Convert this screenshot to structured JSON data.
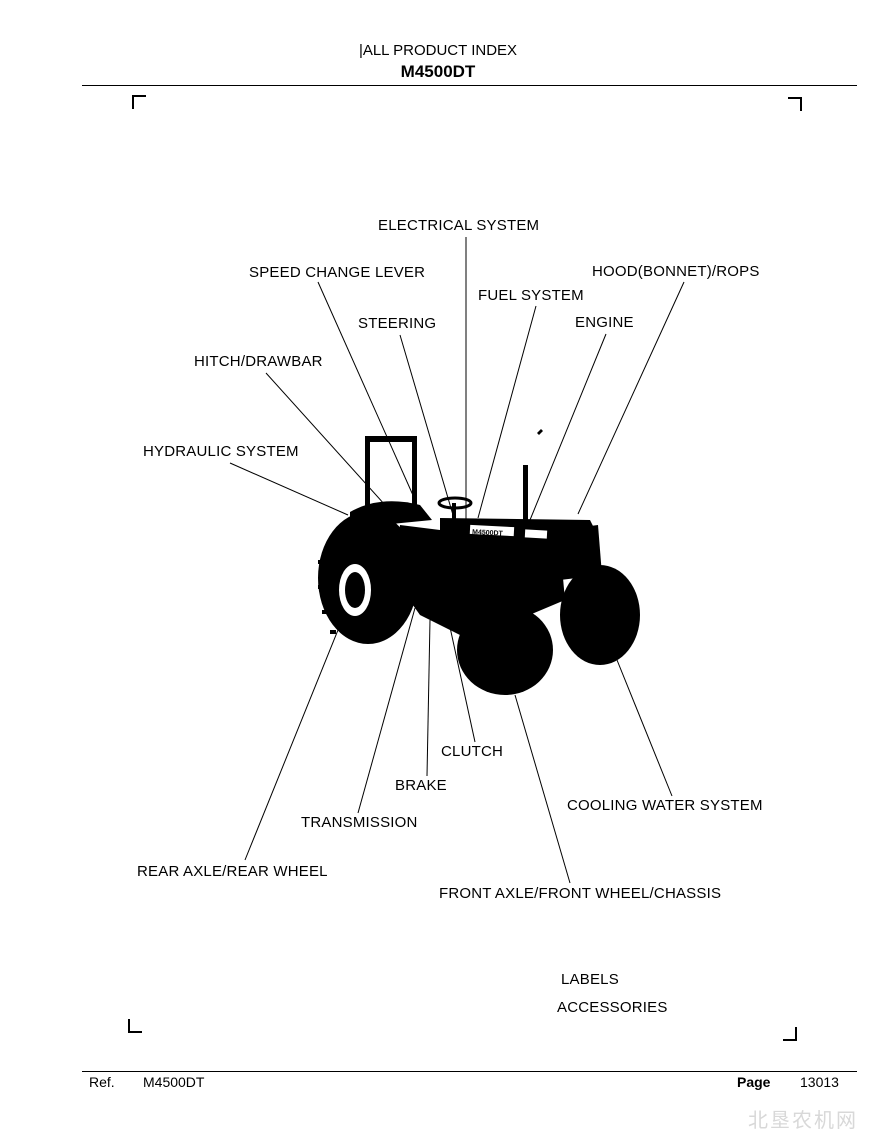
{
  "header": {
    "section": "|ALL PRODUCT INDEX",
    "model": "M4500DT"
  },
  "labels": {
    "electrical_system": "ELECTRICAL SYSTEM",
    "speed_change_lever": "SPEED CHANGE LEVER",
    "hood_bonnet_rops": "HOOD(BONNET)/ROPS",
    "fuel_system": "FUEL SYSTEM",
    "steering": "STEERING",
    "engine": "ENGINE",
    "hitch_drawbar": "HITCH/DRAWBAR",
    "hydraulic_system": "HYDRAULIC SYSTEM",
    "clutch": "CLUTCH",
    "brake": "BRAKE",
    "cooling_water_system": "COOLING WATER SYSTEM",
    "transmission": "TRANSMISSION",
    "rear_axle_rear_wheel": "REAR AXLE/REAR WHEEL",
    "front_axle_front_wheel_chassis": "FRONT AXLE/FRONT WHEEL/CHASSIS",
    "labels": "LABELS",
    "accessories": "ACCESSORIES"
  },
  "tractor": {
    "hood_badge": "M4500DT"
  },
  "footer": {
    "ref_label": "Ref.",
    "ref_value": "M4500DT",
    "page_label": "Page",
    "page_value": "13013"
  },
  "watermark": "北垦农机网"
}
